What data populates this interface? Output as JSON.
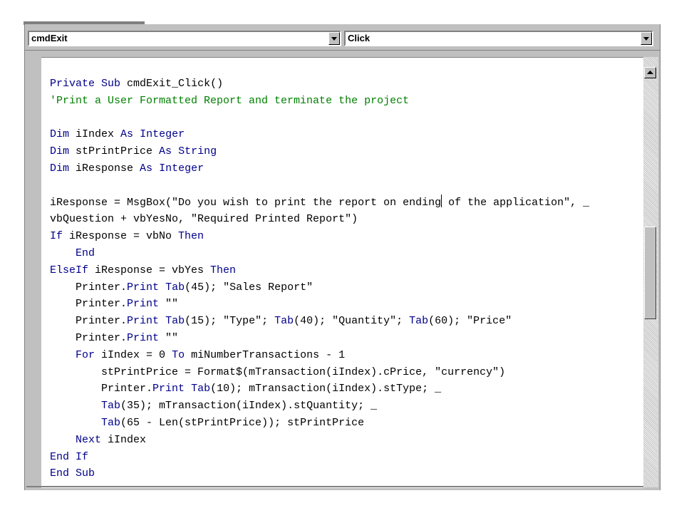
{
  "object_combo": {
    "value": "cmdExit"
  },
  "procedure_combo": {
    "value": "Click"
  },
  "icons": {
    "dropdown": "chevron-down-icon",
    "scroll_up": "arrow-up-icon"
  },
  "colors": {
    "keyword": "#00008b",
    "comment": "#008000",
    "text": "#000000"
  },
  "code": {
    "lines": [
      [
        {
          "t": "Private",
          "k": "kw"
        },
        {
          "t": " "
        },
        {
          "t": "Sub",
          "k": "kw"
        },
        {
          "t": " cmdExit_Click()"
        }
      ],
      [
        {
          "t": "'Print a User Formatted Report and terminate the project",
          "k": "cm"
        }
      ],
      [],
      [
        {
          "t": "Dim",
          "k": "kw"
        },
        {
          "t": " iIndex "
        },
        {
          "t": "As",
          "k": "kw"
        },
        {
          "t": " "
        },
        {
          "t": "Integer",
          "k": "kw"
        }
      ],
      [
        {
          "t": "Dim",
          "k": "kw"
        },
        {
          "t": " stPrintPrice "
        },
        {
          "t": "As",
          "k": "kw"
        },
        {
          "t": " "
        },
        {
          "t": "String",
          "k": "kw"
        }
      ],
      [
        {
          "t": "Dim",
          "k": "kw"
        },
        {
          "t": " iResponse "
        },
        {
          "t": "As",
          "k": "kw"
        },
        {
          "t": " "
        },
        {
          "t": "Integer",
          "k": "kw"
        }
      ],
      [],
      [
        {
          "t": "iResponse = MsgBox(\"Do you wish to print the report on ending"
        },
        {
          "k": "caret"
        },
        {
          "t": " of the application\", _"
        }
      ],
      [
        {
          "t": "vbQuestion + vbYesNo, \"Required Printed Report\")"
        }
      ],
      [
        {
          "t": "If",
          "k": "kw"
        },
        {
          "t": " iResponse = vbNo "
        },
        {
          "t": "Then",
          "k": "kw"
        }
      ],
      [
        {
          "t": "    "
        },
        {
          "t": "End",
          "k": "kw"
        }
      ],
      [
        {
          "t": "ElseIf",
          "k": "kw"
        },
        {
          "t": " iResponse = vbYes "
        },
        {
          "t": "Then",
          "k": "kw"
        }
      ],
      [
        {
          "t": "    Printer."
        },
        {
          "t": "Print",
          "k": "kw"
        },
        {
          "t": " "
        },
        {
          "t": "Tab",
          "k": "kw"
        },
        {
          "t": "(45); \"Sales Report\""
        }
      ],
      [
        {
          "t": "    Printer."
        },
        {
          "t": "Print",
          "k": "kw"
        },
        {
          "t": " \"\""
        }
      ],
      [
        {
          "t": "    Printer."
        },
        {
          "t": "Print",
          "k": "kw"
        },
        {
          "t": " "
        },
        {
          "t": "Tab",
          "k": "kw"
        },
        {
          "t": "(15); \"Type\"; "
        },
        {
          "t": "Tab",
          "k": "kw"
        },
        {
          "t": "(40); \"Quantity\"; "
        },
        {
          "t": "Tab",
          "k": "kw"
        },
        {
          "t": "(60); \"Price\""
        }
      ],
      [
        {
          "t": "    Printer."
        },
        {
          "t": "Print",
          "k": "kw"
        },
        {
          "t": " \"\""
        }
      ],
      [
        {
          "t": "    "
        },
        {
          "t": "For",
          "k": "kw"
        },
        {
          "t": " iIndex = 0 "
        },
        {
          "t": "To",
          "k": "kw"
        },
        {
          "t": " miNumberTransactions - 1"
        }
      ],
      [
        {
          "t": "        stPrintPrice = Format$(mTransaction(iIndex).cPrice, \"currency\")"
        }
      ],
      [
        {
          "t": "        Printer."
        },
        {
          "t": "Print",
          "k": "kw"
        },
        {
          "t": " "
        },
        {
          "t": "Tab",
          "k": "kw"
        },
        {
          "t": "(10); mTransaction(iIndex).stType; _"
        }
      ],
      [
        {
          "t": "        "
        },
        {
          "t": "Tab",
          "k": "kw"
        },
        {
          "t": "(35); mTransaction(iIndex).stQuantity; _"
        }
      ],
      [
        {
          "t": "        "
        },
        {
          "t": "Tab",
          "k": "kw"
        },
        {
          "t": "(65 - Len(stPrintPrice)); stPrintPrice"
        }
      ],
      [
        {
          "t": "    "
        },
        {
          "t": "Next",
          "k": "kw"
        },
        {
          "t": " iIndex"
        }
      ],
      [
        {
          "t": "End",
          "k": "kw"
        },
        {
          "t": " "
        },
        {
          "t": "If",
          "k": "kw"
        }
      ],
      [
        {
          "t": "End",
          "k": "kw"
        },
        {
          "t": " "
        },
        {
          "t": "Sub",
          "k": "kw"
        }
      ]
    ]
  }
}
